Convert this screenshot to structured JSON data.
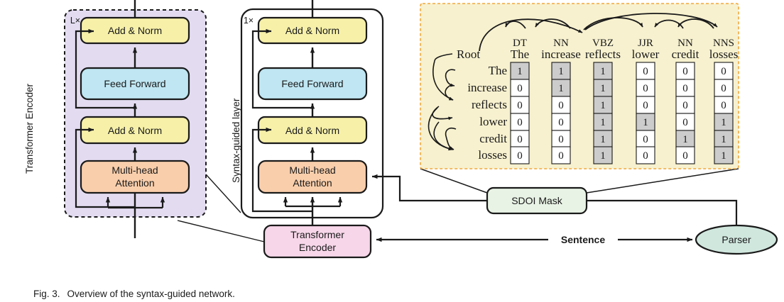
{
  "figure": {
    "caption_prefix": "Fig. 3.",
    "caption_text": "Overview of the syntax-guided network."
  },
  "left_block": {
    "side_label": "Transformer Encoder",
    "repeat_label": "L×",
    "blocks": [
      {
        "label": "Add & Norm",
        "color": "#f6f0a9"
      },
      {
        "label": "Feed Forward",
        "color": "#bfe6f2"
      },
      {
        "label": "Add & Norm",
        "color": "#f6f0a9"
      },
      {
        "label_line1": "Multi-head",
        "label_line2": "Attention",
        "color": "#f9ceab"
      }
    ],
    "panel_fill": "#e3dcf1"
  },
  "middle_block": {
    "side_label": "Syntax-guided layer",
    "repeat_label": "1×",
    "blocks": [
      {
        "label": "Add & Norm",
        "color": "#f6f0a9"
      },
      {
        "label": "Feed Forward",
        "color": "#bfe6f2"
      },
      {
        "label": "Add & Norm",
        "color": "#f6f0a9"
      },
      {
        "label_line1": "Multi-head",
        "label_line2": "Attention",
        "color": "#f9ceab"
      }
    ]
  },
  "nodes": {
    "transformer_encoder": {
      "line1": "Transformer",
      "line2": "Encoder",
      "color": "#f7d6e9"
    },
    "sdoi_mask": {
      "label": "SDOI Mask",
      "color": "#e8f3e5"
    },
    "parser": {
      "label": "Parser",
      "color": "#d0e7de"
    },
    "sentence_edge": {
      "label": "Sentence"
    }
  },
  "sdoi_panel": {
    "fill": "#f7f1cf",
    "border": "#f2a73b",
    "root_label": "Root",
    "pos_tags": [
      "DT",
      "NN",
      "VBZ",
      "JJR",
      "NN",
      "NNS"
    ],
    "words": [
      "The",
      "increase",
      "reflects",
      "lower",
      "credit",
      "losses"
    ],
    "row_labels": [
      "The",
      "increase",
      "reflects",
      "lower",
      "credit",
      "losses"
    ],
    "matrix": [
      [
        1,
        1,
        1,
        0,
        0,
        0
      ],
      [
        0,
        1,
        1,
        0,
        0,
        0
      ],
      [
        0,
        0,
        1,
        0,
        0,
        0
      ],
      [
        0,
        0,
        1,
        1,
        0,
        1
      ],
      [
        0,
        0,
        1,
        0,
        1,
        1
      ],
      [
        0,
        0,
        1,
        0,
        0,
        1
      ]
    ],
    "cell_on_fill": "#cccccc",
    "cell_off_fill": "#ffffff"
  }
}
